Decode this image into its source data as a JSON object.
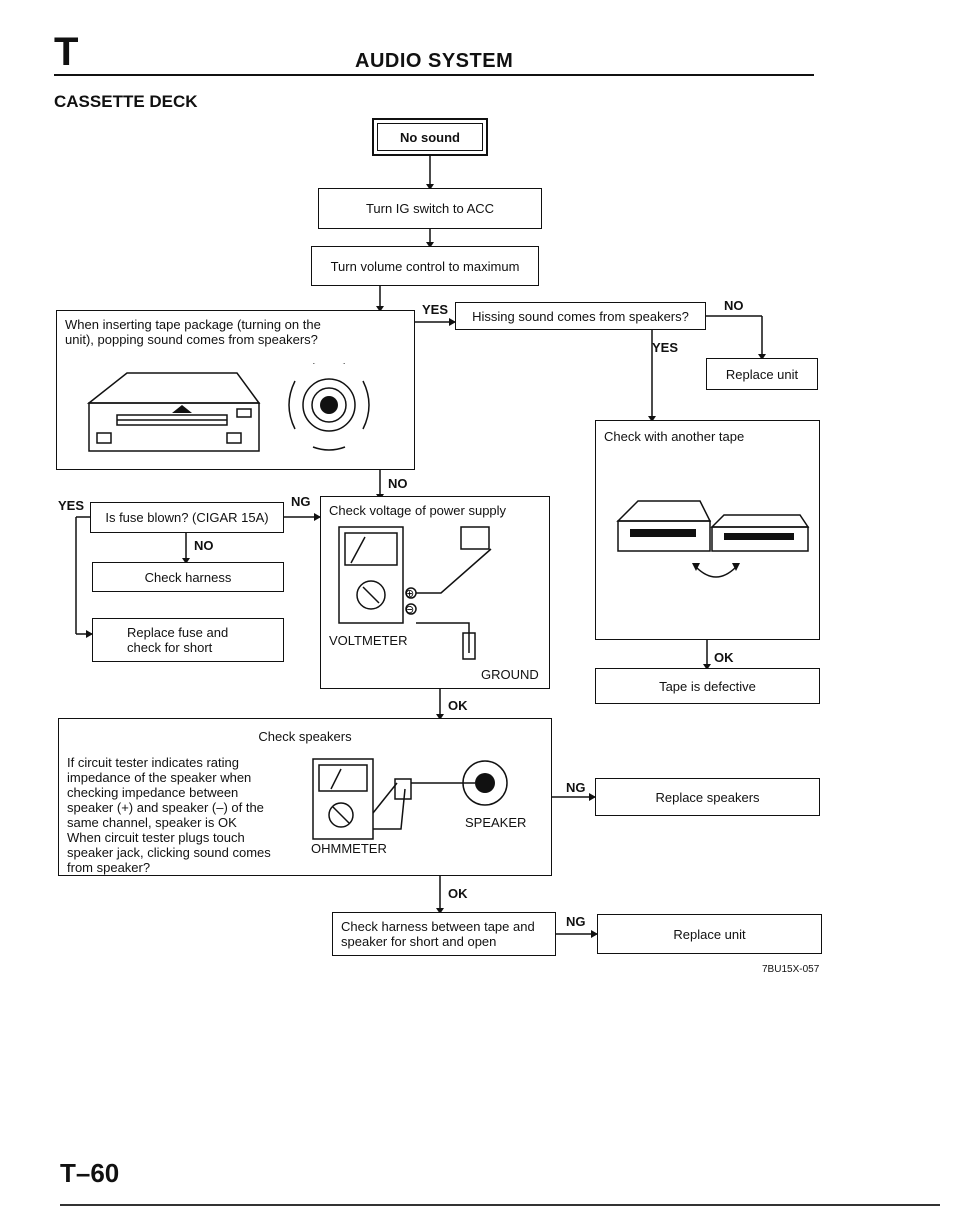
{
  "page": {
    "section_letter": "T",
    "title": "AUDIO SYSTEM",
    "subtitle": "CASSETTE DECK",
    "page_number": "T–60",
    "figure_code": "7BU15X-057"
  },
  "flow": {
    "start": "No sound",
    "step_ig": "Turn IG switch to ACC",
    "step_volume": "Turn volume control to maximum",
    "popping_question": "When inserting tape package (turning on the unit), popping sound comes from speakers?",
    "hissing_question": "Hissing sound comes from speakers?",
    "replace_unit_1": "Replace unit",
    "check_another_tape": "Check with another tape",
    "tape_defective": "Tape is defective",
    "fuse_question": "Is fuse blown? (CIGAR 15A)",
    "check_harness": "Check harness",
    "replace_fuse": "Replace fuse and check for short",
    "check_voltage": "Check voltage of power supply",
    "voltmeter_label": "VOLTMETER",
    "ground_label": "GROUND",
    "check_speakers_title": "Check speakers",
    "check_speakers_body": "If circuit tester indicates rating impedance of the speaker when checking impedance between speaker (+) and speaker (–) of the same channel, speaker is OK When circuit tester plugs touch speaker jack, clicking sound comes from speaker?",
    "speaker_label": "SPEAKER",
    "ohmmeter_label": "OHMMETER",
    "replace_speakers": "Replace speakers",
    "check_harness_tape": "Check harness between tape and speaker for short and open",
    "replace_unit_2": "Replace unit"
  },
  "branch_labels": {
    "yes": "YES",
    "no": "NO",
    "ng": "NG",
    "ok": "OK"
  }
}
